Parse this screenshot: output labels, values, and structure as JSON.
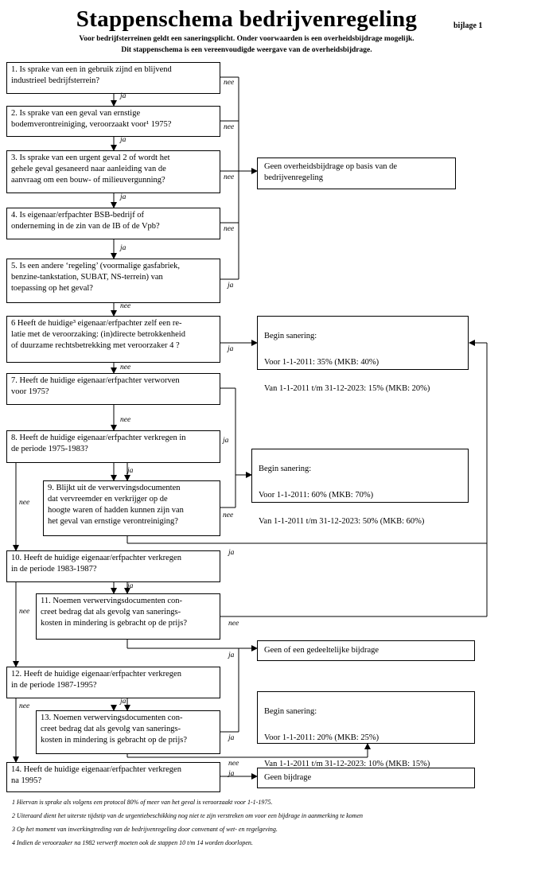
{
  "header": {
    "title": "Stappenschema bedrijvenregeling",
    "bijlage": "bijlage 1",
    "subtitle_1": "Voor bedrijfsterreinen geldt een saneringsplicht.  Onder  voorwaarden is een overheidsbijdrage mogelijk.",
    "subtitle_2": "Dit stappenschema is een vereenvoudigde weergave van de overheidsbijdrage."
  },
  "steps": {
    "q1": "1. Is sprake van een in gebruik zijnd en blijvend\nindustrieel bedrijfsterrein?",
    "q2": "2. Is sprake van een geval van ernstige\nbodemverontreiniging, veroorzaakt voor¹ 1975?",
    "q3": "3. Is sprake van een urgent geval 2 of wordt het\ngehele geval gesaneerd naar aanleiding van de\naanvraag om een bouw- of milieuvergunning?",
    "q4": "4. Is eigenaar/erfpachter BSB-bedrijf of\nonderneming in de zin van de IB of de Vpb?",
    "q5": "5. Is een andere ‘regeling’ (voormalige gasfabriek,\nbenzine-tankstation, SUBAT, NS-terrein) van\ntoepassing op het geval?",
    "q6": "6 Heeft de huidige³ eigenaar/erfpachter zelf een re-\nlatie met de veroorzaking: (in)directe betrokkenheid\nof duurzame rechtsbetrekking met veroorzaker 4 ?",
    "q7": "7. Heeft de huidige eigenaar/erfpachter verworven\nvoor 1975?",
    "q8": "8. Heeft de huidige eigenaar/erfpachter verkregen in\nde periode 1975-1983?",
    "q9": "9. Blijkt uit de verwervingsdocumenten\ndat vervreemder en verkrijger op de\nhoogte waren of hadden kunnen zijn van\nhet geval van ernstige verontreiniging?",
    "q10": "10. Heeft de huidige eigenaar/erfpachter verkregen\nin de periode 1983-1987?",
    "q11": "11. Noemen verwervingsdocumenten con-\ncreet bedrag dat als gevolg van sanerings-\nkosten in mindering is gebracht op de prijs?",
    "q12": "12. Heeft de huidige eigenaar/erfpachter verkregen\nin de periode 1987-1995?",
    "q13": "13. Noemen verwervingsdocumenten con-\ncreet bedrag dat als gevolg van sanerings-\nkosten in mindering is gebracht op de prijs?",
    "q14": "14. Heeft de huidige eigenaar/erfpachter verkregen\nna 1995?"
  },
  "outcomes": {
    "geen_overheidsbijdrage": "Geen overheidsbijdrage op basis van de\nbedrijvenregeling",
    "sanering_a": {
      "title": "Begin sanering:",
      "line1": "Voor 1-1-2011: 35% (MKB: 40%)",
      "line2": "Van 1-1-2011 t/m 31-12-2023: 15% (MKB: 20%)"
    },
    "sanering_b": {
      "title": "Begin sanering:",
      "line1": "Voor 1-1-2011: 60% (MKB: 70%)",
      "line2": "Van 1-1-2011 t/m 31-12-2023: 50% (MKB: 60%)"
    },
    "gedeeltelijk": "Geen of een gedeeltelijke bijdrage",
    "sanering_c": {
      "title": "Begin sanering:",
      "line1": "Voor 1-1-2011: 20% (MKB: 25%)",
      "line2": "Van 1-1-2011 t/m 31-12-2023: 10% (MKB: 15%)"
    },
    "geen_bijdrage": "Geen bijdrage"
  },
  "labels": {
    "ja": "ja",
    "nee": "nee"
  },
  "footnotes": [
    "1 Hiervan is sprake als volgens een protocol  80% of meer van het geval is veroorzaakt voor 1-1-1975.",
    "2  Uiteraard dient het uiterste tijdstip van de urgentiebeschikking nog niet te zijn verstreken om voor een bijdrage in aanmerking te komen",
    "3 Op het moment van inwerkingtreding van de bedrijvenregeling door convenant of wet- en regelgeving.",
    "4 Indien de veroorzaker na 1982 verwerft moeten ook de stappen 10 t/m 14 worden doorlopen."
  ]
}
